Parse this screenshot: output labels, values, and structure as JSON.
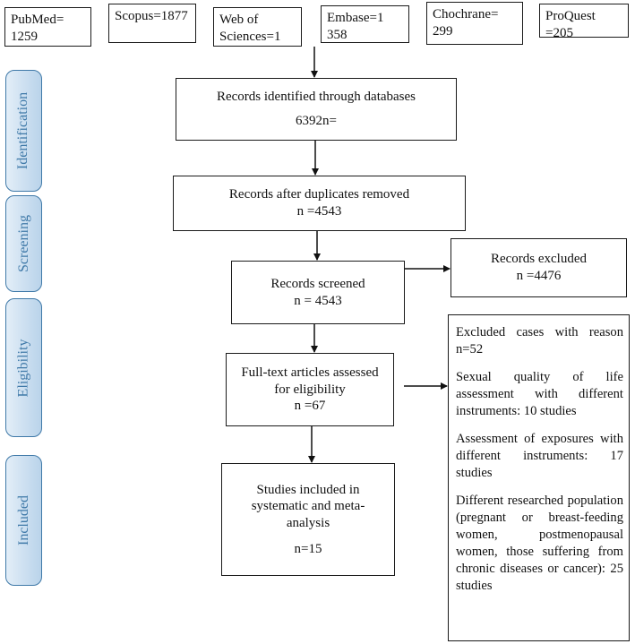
{
  "databases": [
    {
      "id": "pubmed",
      "text": "PubMed= 1259"
    },
    {
      "id": "scopus",
      "text": "Scopus=1877"
    },
    {
      "id": "wos",
      "text": "Web of Sciences=1"
    },
    {
      "id": "embase",
      "text": "Embase=1 358"
    },
    {
      "id": "cochrane",
      "text": "Chochrane= 299"
    },
    {
      "id": "proquest",
      "text": "ProQuest =205"
    }
  ],
  "stages": [
    {
      "id": "identification",
      "label": "Identification"
    },
    {
      "id": "screening",
      "label": "Screening"
    },
    {
      "id": "eligibility",
      "label": "Eligibility"
    },
    {
      "id": "included",
      "label": "Included"
    }
  ],
  "flow": {
    "identified": {
      "title": "Records identified through databases",
      "count": "6392n="
    },
    "duplicates_removed": {
      "title": "Records after duplicates removed",
      "count": "n =4543"
    },
    "screened": {
      "title": "Records screened",
      "count": "n = 4543"
    },
    "excluded": {
      "title": "Records excluded",
      "count": "n =4476"
    },
    "fulltext": {
      "title_1": "Full-text articles assessed",
      "title_2": "for eligibility",
      "count": "n =67"
    },
    "included": {
      "title_1": "Studies included in",
      "title_2": "systematic and meta-",
      "title_3": "analysis",
      "count": "n=15"
    }
  },
  "exclusions": {
    "heading": "Excluded cases with reason n=52",
    "reasons": [
      "Sexual quality of life assessment with different instruments: 10 studies",
      "Assessment of exposures with different instruments: 17 studies",
      "Different researched population (pregnant or breast-feeding women, postmenopausal women, those suffering from chronic diseases or cancer): 25 studies"
    ]
  },
  "colors": {
    "stage_border": "#3f79a8",
    "stage_text": "#3f79a8",
    "stage_fill_light": "#e3eef8",
    "stage_fill_dark": "#b9d3ea",
    "box_border": "#1a1a1a"
  }
}
